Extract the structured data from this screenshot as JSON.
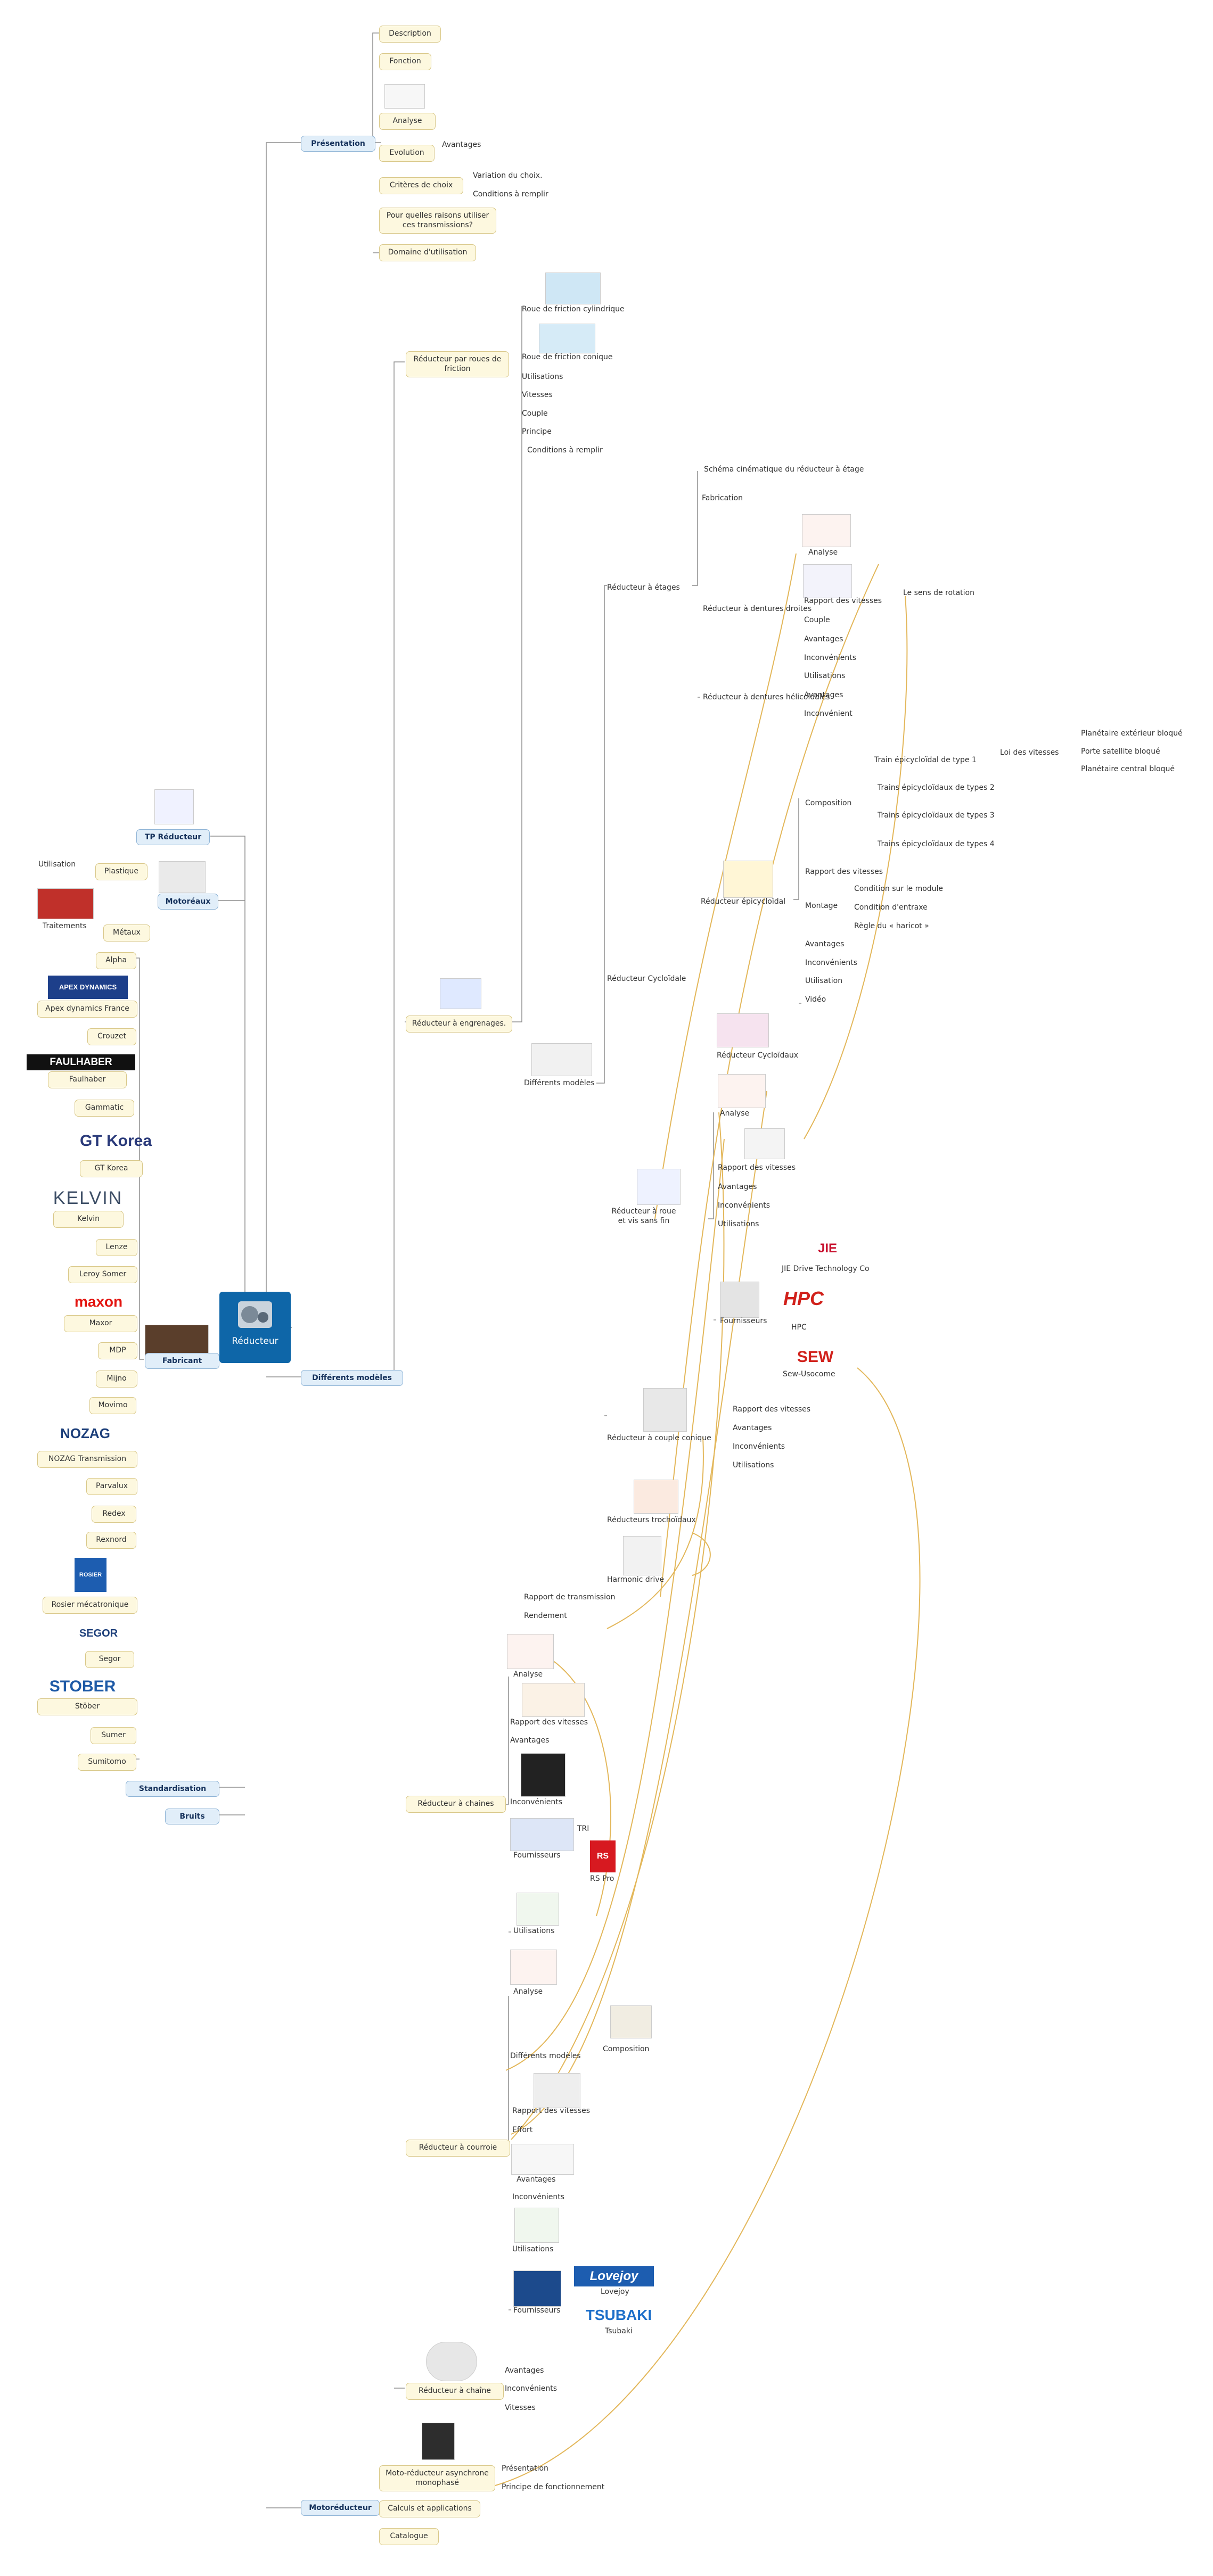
{
  "root": {
    "label": "Réducteur"
  },
  "left": {
    "tp": "TP Réducteur",
    "moteur": "Motoréaux",
    "plastique": "Plastique",
    "utilisation": "Utilisation",
    "metaux": "Métaux",
    "traitements": "Traitements",
    "fabricant": "Fabricant",
    "standardisation": "Standardisation",
    "bruits": "Bruits",
    "fabricants": [
      "Alpha",
      "Apex dynamics France",
      "Crouzet",
      "Faulhaber",
      "Gammatic",
      "GT Korea",
      "Kelvin",
      "Lenze",
      "Leroy Somer",
      "Maxor",
      "MDP",
      "Mijno",
      "Movimo",
      "NOZAG Transmission",
      "Parvalux",
      "Redex",
      "Rexnord",
      "Rosier mécatronique",
      "Segor",
      "Stöber",
      "Sumer",
      "Sumitomo"
    ],
    "logos": {
      "apex": "APEX DYNAMICS",
      "faulhaber": "FAULHABER",
      "gt": "GT Korea",
      "kelvin": "KELVIN",
      "maxon": "maxon",
      "nozag": "NOZAG",
      "rosier": "ROSIER",
      "segor": "SEGOR",
      "stober": "STOBER"
    }
  },
  "presentation": {
    "label": "Présentation",
    "items": [
      "Description",
      "Fonction",
      "Analyse",
      "Evolution",
      "Critères de choix",
      "Pour quelles raisons utiliser ces transmissions?",
      "Domaine d'utilisation"
    ],
    "evolution_sub": "Avantages",
    "criteres_sub": [
      "Variation du choix.",
      "Conditions à remplir"
    ]
  },
  "modeles": {
    "label": "Différents modèles",
    "friction": {
      "label": "Réducteur par roues de friction",
      "items": [
        "Roue de friction cylindrique",
        "Roue de friction conique",
        "Utilisations",
        "Vitesses",
        "Couple",
        "Principe",
        "Conditions à remplir"
      ]
    },
    "engrenages": {
      "label": "Réducteur à engrenages.",
      "diff": "Différents modèles",
      "etages": "Réducteur à étages",
      "etages_items": [
        "Schéma cinématique du réducteur à étage",
        "Fabrication",
        "Réducteur à dentures droites",
        "Réducteur à dentures hélicoïdales"
      ],
      "dentures_items": [
        "Analyse",
        "Rapport des vitesses",
        "Couple",
        "Avantages",
        "Inconvénients",
        "Utilisations",
        "Avantages",
        "Inconvénient"
      ],
      "sens": "Le sens de rotation",
      "cycloidale": "Réducteur Cycloïdale",
      "epicy": "Réducteur épicycloïdal",
      "composition": "Composition",
      "trains": [
        "Train épicycloïdal de type 1",
        "Trains épicycloïdaux de types 2",
        "Trains épicycloïdaux de types 3",
        "Trains épicycloïdaux de types 4"
      ],
      "lois": "Loi des vitesses",
      "lois_items": [
        "Planétaire extérieur bloqué",
        "Porte satellite bloqué",
        "Planétaire central bloqué"
      ],
      "epicy_items": [
        "Rapport des vitesses",
        "Montage",
        "Avantages",
        "Inconvénients",
        "Utilisation",
        "Vidéo"
      ],
      "montage_items": [
        "Condition sur le module",
        "Condition d'entraxe",
        "Règle du « haricot »"
      ],
      "cyclo_label": "Réducteur Cycloïdaux",
      "vis": "Réducteur à roue et vis sans fin",
      "vis_items": [
        "Analyse",
        "Rapport des vitesses",
        "Avantages",
        "Inconvénients",
        "Utilisations",
        "Fournisseurs"
      ],
      "fournisseurs": [
        "JIE Drive Technology Co",
        "HPC",
        "Sew-Usocome"
      ],
      "conique": "Réducteur à couple conique",
      "conique_items": [
        "Rapport des vitesses",
        "Avantages",
        "Inconvénients",
        "Utilisations"
      ],
      "trocho": "Réducteurs trochoïdaux",
      "harmonic": "Harmonic drive",
      "rapport": "Rapport de transmission",
      "rendement": "Rendement"
    },
    "chaines": {
      "label": "Réducteur à chaines",
      "items": [
        "Analyse",
        "Rapport des vitesses",
        "Avantages",
        "Inconvénients",
        "Fournisseurs",
        "Utilisations"
      ],
      "fournisseurs": [
        "TRI",
        "RS Pro"
      ]
    },
    "courroie": {
      "label": "Réducteur à courroie",
      "items": [
        "Analyse",
        "Différents modèles",
        "Rapport des vitesses",
        "Effort",
        "Avantages",
        "Inconvénients",
        "Utilisations",
        "Fournisseurs"
      ],
      "composition": "Composition",
      "fournisseurs": [
        "Lovejoy",
        "Tsubaki"
      ]
    },
    "chaine": {
      "label": "Réducteur à chaîne",
      "items": [
        "Avantages",
        "Inconvénients",
        "Vitesses"
      ]
    }
  },
  "motoreducteur": {
    "label": "Motoréducteur",
    "items": [
      "Moto-réducteur asynchrone monophasé",
      "Calculs et applications",
      "Catalogue"
    ],
    "sub": [
      "Présentation",
      "Principe de fonctionnement"
    ]
  }
}
